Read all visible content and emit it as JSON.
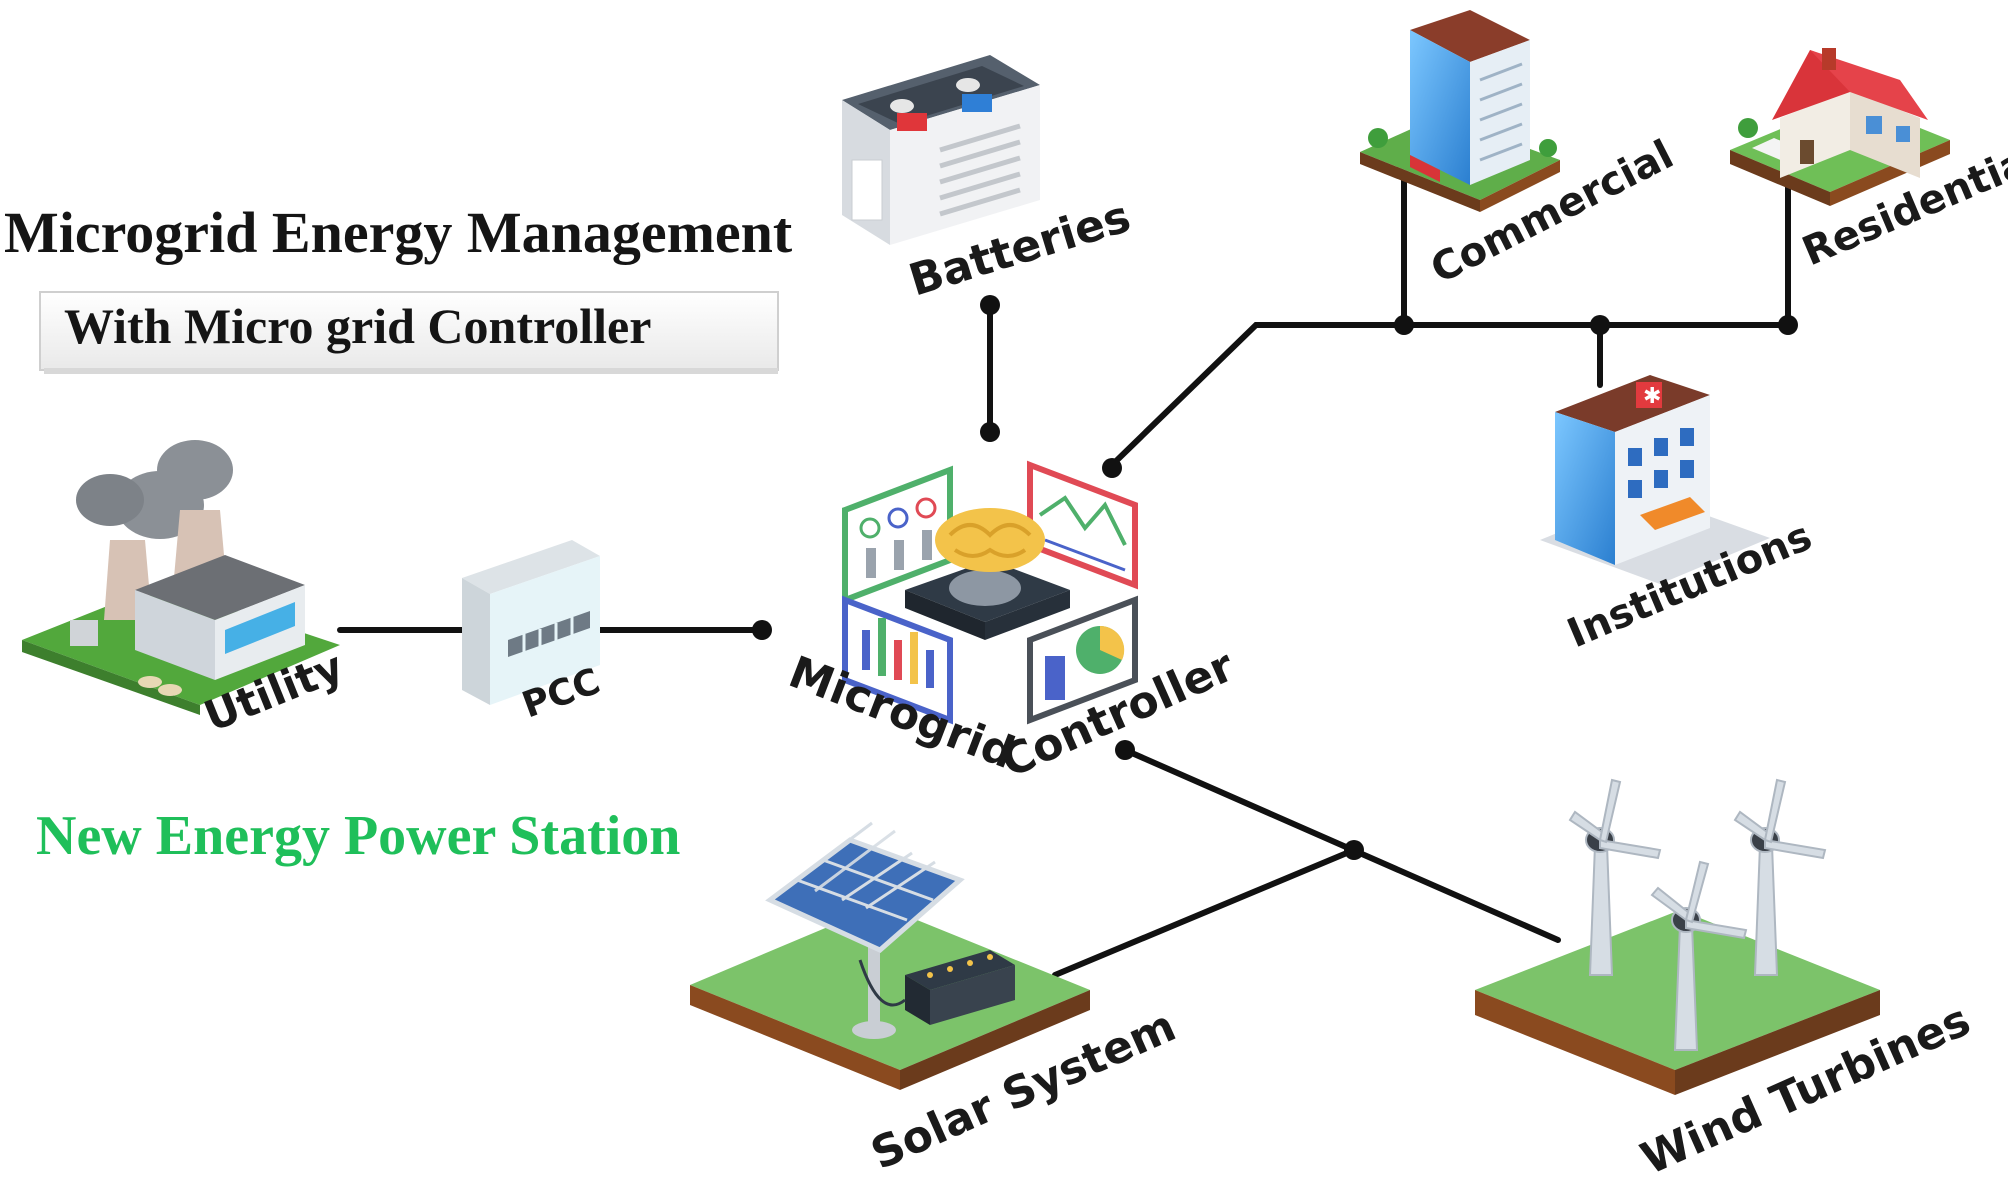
{
  "title": {
    "main": "Microgrid Energy Management",
    "sub": "With Micro grid Controller",
    "station": "New Energy Power Station"
  },
  "labels": {
    "batteries": "Batteries",
    "commercial": "Commercial",
    "residential": "Residential",
    "institutions": "Institutions",
    "utility": "Utility",
    "pcc": "PCC",
    "microgrid": "Microgrid",
    "controller": "Controller",
    "solar": "Solar System",
    "wind": "Wind Turbines"
  },
  "colors": {
    "station_text": "#1fbf5a",
    "grass": "#7cc36a",
    "soil": "#8a4a1f",
    "battery_red": "#e0363a",
    "battery_blue": "#2f7fd6",
    "panel_green": "#4fb06b",
    "panel_red": "#e04a55",
    "panel_blue": "#4a63c9",
    "chip": "#2f3a46",
    "brain": "#f3c34a"
  },
  "icons": [
    "battery-icon",
    "commercial-building-icon",
    "house-icon",
    "hospital-icon",
    "power-plant-icon",
    "switchgear-icon",
    "controller-chip-icon",
    "solar-panel-icon",
    "wind-turbine-icon"
  ]
}
